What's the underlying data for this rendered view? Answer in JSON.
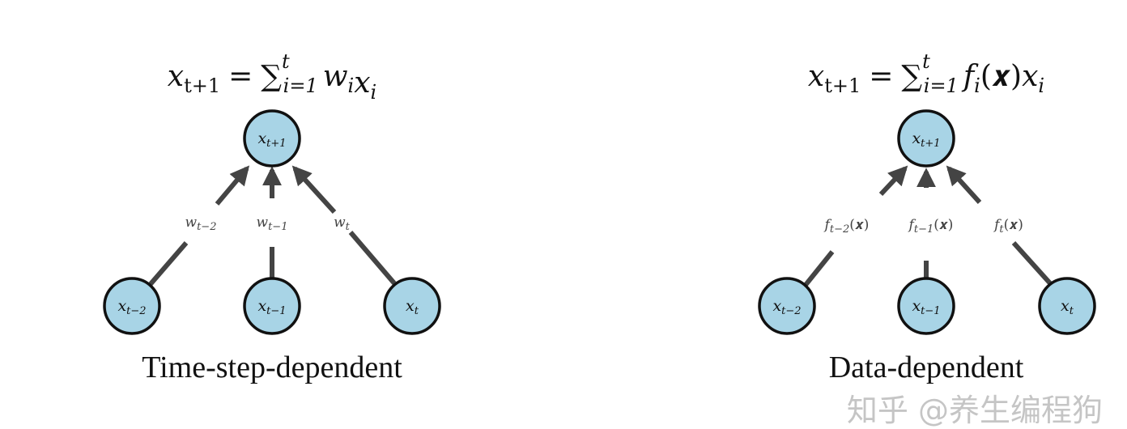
{
  "colors": {
    "node_fill": "#a8d4e6",
    "node_stroke": "#111111",
    "edge": "#444444"
  },
  "panels": [
    {
      "formula": {
        "lhs": "x",
        "lhs_sub": "t+1",
        "eq": "=",
        "sum": "∑",
        "sum_sup": "t",
        "sum_sub": "i=1",
        "rhs": "w",
        "rhs_sub": "i",
        "rhs2": "",
        "rhs3": "x",
        "rhs3_sub": "i"
      },
      "top_node": {
        "main": "x",
        "sub": "t+1"
      },
      "bottom_nodes": [
        {
          "main": "x",
          "sub": "t−2"
        },
        {
          "main": "x",
          "sub": "t−1"
        },
        {
          "main": "x",
          "sub": "t"
        }
      ],
      "edge_labels": [
        {
          "main": "w",
          "sub": "t−2",
          "suffix": ""
        },
        {
          "main": "w",
          "sub": "t−1",
          "suffix": ""
        },
        {
          "main": "w",
          "sub": "t",
          "suffix": ""
        }
      ],
      "caption": "Time-step-dependent"
    },
    {
      "formula": {
        "lhs": "x",
        "lhs_sub": "t+1",
        "eq": "=",
        "sum": "∑",
        "sum_sup": "t",
        "sum_sub": "i=1",
        "rhs": "f",
        "rhs_sub": "i",
        "rhs2": "(𝒙)",
        "rhs3": "x",
        "rhs3_sub": "i"
      },
      "top_node": {
        "main": "x",
        "sub": "t+1"
      },
      "bottom_nodes": [
        {
          "main": "x",
          "sub": "t−2"
        },
        {
          "main": "x",
          "sub": "t−1"
        },
        {
          "main": "x",
          "sub": "t"
        }
      ],
      "edge_labels": [
        {
          "main": "f",
          "sub": "t−2",
          "suffix": "(𝒙)"
        },
        {
          "main": "f",
          "sub": "t−1",
          "suffix": "(𝒙)"
        },
        {
          "main": "f",
          "sub": "t",
          "suffix": "(𝒙)"
        }
      ],
      "caption": "Data-dependent"
    }
  ],
  "watermark": "知乎 @养生编程狗"
}
